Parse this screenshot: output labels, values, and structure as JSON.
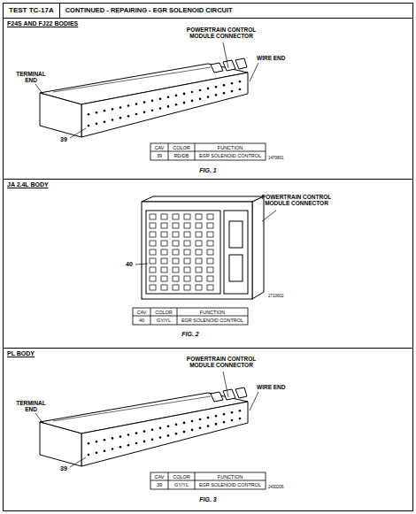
{
  "diagram": {
    "nodes": [
      {
        "text": [
          "TEST TC-17A",
          "CONTINUED - REPAIRING - EGR SOLENOID CIRCUIT"
        ]
      },
      {
        "text": [
          "F24S AND FJ22 BODIES"
        ]
      },
      {
        "text": [
          "JA 2.4L BODY"
        ]
      },
      {
        "text": [
          "PL BODY"
        ]
      }
    ],
    "labels": [
      "TERMINAL END",
      "POWERTRAIN CONTROL MODULE CONNECTOR",
      "WIRE END",
      "39",
      "CAV",
      "COLOR",
      "FUNCTION",
      "39",
      "RD/DB",
      "EGR SOLENOID CONTROL",
      "1470801",
      "FIG. 1",
      "POWERTRAIN CONTROL MODULE CONNECTOR",
      "40",
      "2710602",
      "CAV",
      "COLOR",
      "FUNCTION",
      "40",
      "GY/YL",
      "EGR SOLENOID CONTROL",
      "FIG. 2",
      "TERMINAL END",
      "POWERTRAIN CONTROL MODULE CONNECTOR",
      "WIRE END",
      "39",
      "CAV",
      "COLOR",
      "FUNCTION",
      "39",
      "GY/YL",
      "EGR SOLENOID CONTROL",
      "2430206",
      "FIG. 3"
    ]
  }
}
